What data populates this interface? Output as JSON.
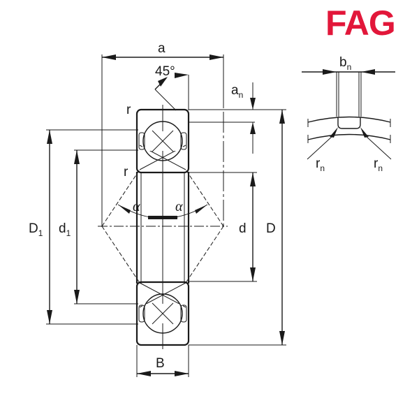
{
  "logo": {
    "text": "FAG",
    "color": "#e2173a"
  },
  "labels": {
    "a": "a",
    "angle45": "45°",
    "a_n": "a",
    "a_n_sub": "n",
    "r_top": "r",
    "r_mid": "r",
    "alpha_left": "α",
    "alpha_right": "α",
    "D1": "D",
    "D1_sub": "1",
    "d1": "d",
    "d1_sub": "1",
    "d": "d",
    "D": "D",
    "B": "B",
    "b_n": "b",
    "b_n_sub": "n",
    "r_n_left": "r",
    "r_n_left_sub": "n",
    "r_n_right": "r",
    "r_n_right_sub": "n"
  },
  "colors": {
    "line": "#1a1a1a",
    "background": "#ffffff",
    "brand": "#e2173a"
  }
}
